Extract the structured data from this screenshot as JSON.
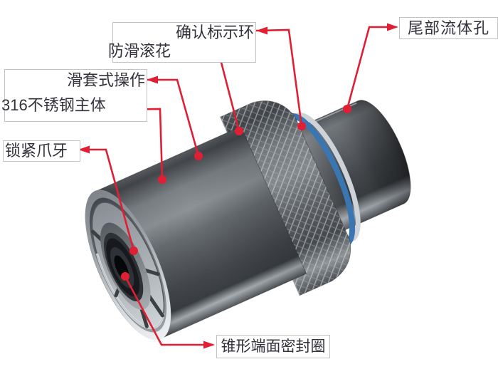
{
  "figure": {
    "type": "annotated-product-illustration",
    "subject": "tube-fitting-cutaway-render"
  },
  "labels": {
    "confirm_ring": "确认标示环",
    "anti_slip_knurl": "防滑滚花",
    "sleeve_operation": "滑套式操作",
    "ss316_body": "316不锈钢主体",
    "locking_claws": "锁紧爪牙",
    "tail_fluid_port": "尾部流体孔",
    "cone_face_seal": "锥形端面密封圈"
  },
  "colors": {
    "annotation_red": "#e01f35",
    "indicator_ring_blue": "#3a76b2",
    "label_text": "#32323b",
    "label_border": "#c3c3c3",
    "background": "#ffffff"
  }
}
